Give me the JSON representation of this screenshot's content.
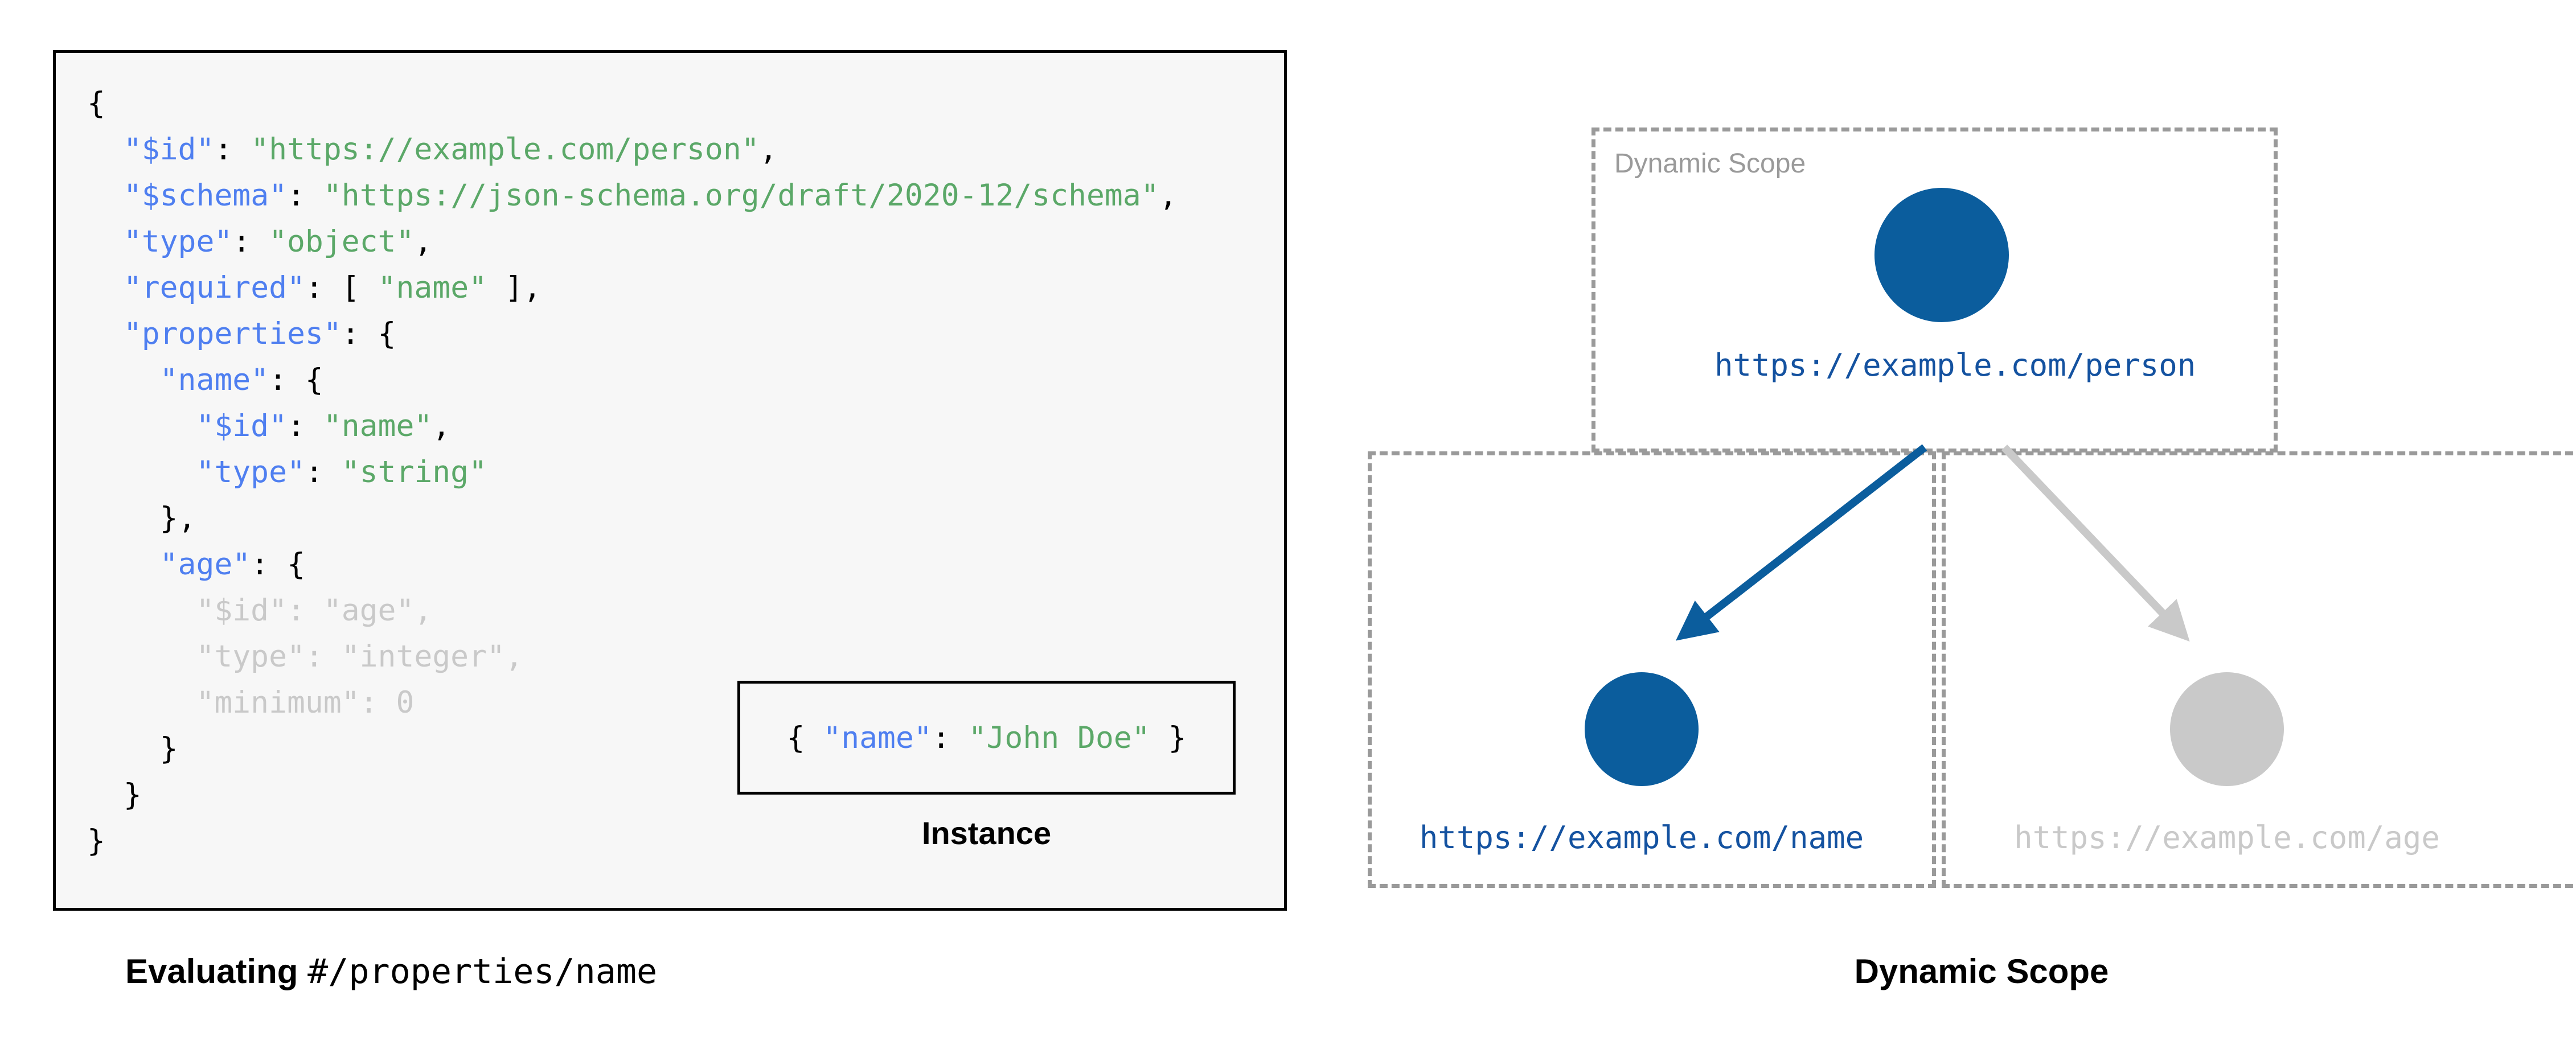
{
  "schema_panel": {
    "code_lines": [
      {
        "id": "l1",
        "indent": 0,
        "tokens": [
          {
            "t": "{",
            "c": "p"
          }
        ]
      },
      {
        "id": "l2",
        "indent": 1,
        "tokens": [
          {
            "t": "\"$id\"",
            "c": "k"
          },
          {
            "t": ": ",
            "c": "p"
          },
          {
            "t": "\"https://example.com/person\"",
            "c": "s"
          },
          {
            "t": ",",
            "c": "p"
          }
        ]
      },
      {
        "id": "l3",
        "indent": 1,
        "tokens": [
          {
            "t": "\"$schema\"",
            "c": "k"
          },
          {
            "t": ": ",
            "c": "p"
          },
          {
            "t": "\"https://json-schema.org/draft/2020-12/schema\"",
            "c": "s"
          },
          {
            "t": ",",
            "c": "p"
          }
        ]
      },
      {
        "id": "l4",
        "indent": 1,
        "tokens": [
          {
            "t": "\"type\"",
            "c": "k"
          },
          {
            "t": ": ",
            "c": "p"
          },
          {
            "t": "\"object\"",
            "c": "s"
          },
          {
            "t": ",",
            "c": "p"
          }
        ]
      },
      {
        "id": "l5",
        "indent": 1,
        "tokens": [
          {
            "t": "\"required\"",
            "c": "k"
          },
          {
            "t": ": [ ",
            "c": "p"
          },
          {
            "t": "\"name\"",
            "c": "s"
          },
          {
            "t": " ],",
            "c": "p"
          }
        ]
      },
      {
        "id": "l6",
        "indent": 1,
        "tokens": [
          {
            "t": "\"properties\"",
            "c": "k"
          },
          {
            "t": ": {",
            "c": "p"
          }
        ]
      },
      {
        "id": "l7",
        "indent": 2,
        "tokens": [
          {
            "t": "\"name\"",
            "c": "k"
          },
          {
            "t": ": {",
            "c": "p"
          }
        ]
      },
      {
        "id": "l8",
        "indent": 3,
        "tokens": [
          {
            "t": "\"$id\"",
            "c": "k"
          },
          {
            "t": ": ",
            "c": "p"
          },
          {
            "t": "\"name\"",
            "c": "s"
          },
          {
            "t": ",",
            "c": "p"
          }
        ]
      },
      {
        "id": "l9",
        "indent": 3,
        "tokens": [
          {
            "t": "\"type\"",
            "c": "k"
          },
          {
            "t": ": ",
            "c": "p"
          },
          {
            "t": "\"string\"",
            "c": "s"
          }
        ]
      },
      {
        "id": "l10",
        "indent": 2,
        "tokens": [
          {
            "t": "},",
            "c": "p"
          }
        ]
      },
      {
        "id": "l11",
        "indent": 2,
        "tokens": [
          {
            "t": "\"age\"",
            "c": "k"
          },
          {
            "t": ": {",
            "c": "p"
          }
        ]
      },
      {
        "id": "l12",
        "indent": 3,
        "dim": true,
        "tokens": [
          {
            "t": "\"$id\"",
            "c": "k"
          },
          {
            "t": ": ",
            "c": "p"
          },
          {
            "t": "\"age\"",
            "c": "s"
          },
          {
            "t": ",",
            "c": "p"
          }
        ]
      },
      {
        "id": "l13",
        "indent": 3,
        "dim": true,
        "tokens": [
          {
            "t": "\"type\"",
            "c": "k"
          },
          {
            "t": ": ",
            "c": "p"
          },
          {
            "t": "\"integer\"",
            "c": "s"
          },
          {
            "t": ",",
            "c": "p"
          }
        ]
      },
      {
        "id": "l14",
        "indent": 3,
        "dim": true,
        "tokens": [
          {
            "t": "\"minimum\"",
            "c": "k"
          },
          {
            "t": ": 0",
            "c": "p"
          }
        ]
      },
      {
        "id": "l15",
        "indent": 2,
        "tokens": [
          {
            "t": "}",
            "c": "p"
          }
        ]
      },
      {
        "id": "l16",
        "indent": 1,
        "tokens": [
          {
            "t": "}",
            "c": "p"
          }
        ]
      },
      {
        "id": "l17",
        "indent": 0,
        "tokens": [
          {
            "t": "}",
            "c": "p"
          }
        ]
      }
    ],
    "instance": {
      "tokens": [
        {
          "t": "{ ",
          "c": "p"
        },
        {
          "t": "\"name\"",
          "c": "k"
        },
        {
          "t": ": ",
          "c": "p"
        },
        {
          "t": "\"John Doe\"",
          "c": "s"
        },
        {
          "t": " }",
          "c": "p"
        }
      ],
      "caption": "Instance"
    }
  },
  "left_caption": {
    "prefix": "Evaluating",
    "pointer": "#/properties/name"
  },
  "diagram": {
    "root_scope_label": "Dynamic Scope",
    "nodes": [
      {
        "id": "person",
        "label": "https://example.com/person",
        "state": "active"
      },
      {
        "id": "name",
        "label": "https://example.com/name",
        "state": "active"
      },
      {
        "id": "age",
        "label": "https://example.com/age",
        "state": "inactive"
      }
    ],
    "edges": [
      {
        "from": "person",
        "to": "name",
        "state": "active"
      },
      {
        "from": "person",
        "to": "age",
        "state": "inactive"
      }
    ]
  },
  "right_caption": "Dynamic Scope",
  "colors": {
    "accent_blue": "#0b5d9d",
    "label_blue": "#1452a0",
    "key_blue": "#4f7ff0",
    "string_green": "#5ba868",
    "muted_grey": "#c9c9c9",
    "dash_grey": "#9a9a9a",
    "panel_bg": "#f7f7f7",
    "panel_border": "#000000"
  }
}
